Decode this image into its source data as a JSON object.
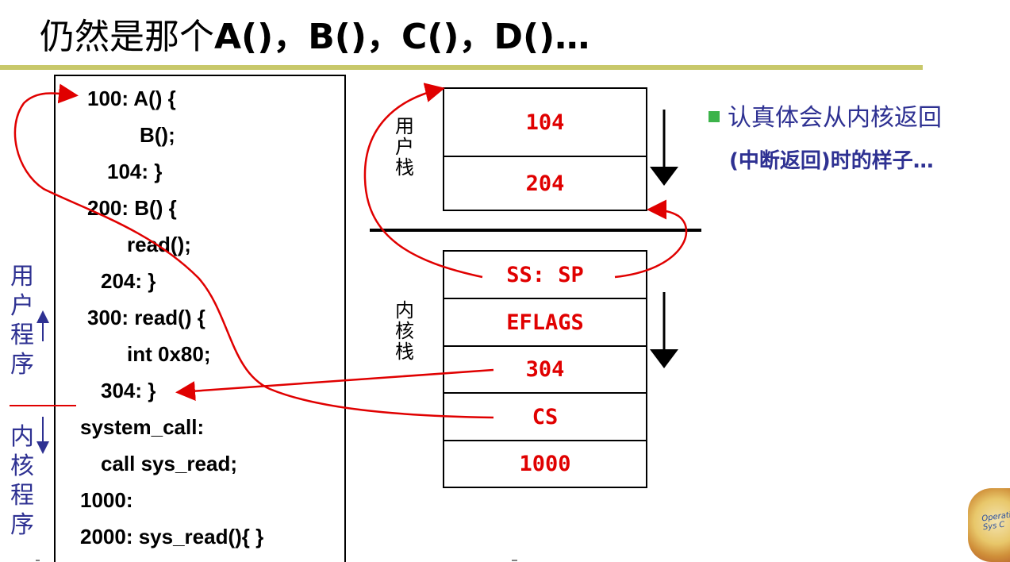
{
  "title": {
    "prefix": "仍然是那个",
    "code": "A()，B()，C()，D()…"
  },
  "code_lines": [
    "100: A() {",
    "B();",
    "104: }",
    "200: B() {",
    "read();",
    "204: }",
    "300: read() {",
    "int 0x80;",
    "304: }",
    "system_call:",
    "call sys_read;",
    "1000:",
    "2000: sys_read(){    }"
  ],
  "user_stack": {
    "label": "用户栈",
    "cells": [
      "104",
      "204"
    ]
  },
  "kernel_stack": {
    "label": "内核栈",
    "cells": [
      "SS: SP",
      "EFLAGS",
      "304",
      "CS",
      "1000"
    ]
  },
  "side_labels": {
    "user_program": "用户程序",
    "kernel_program": "内核程序"
  },
  "note": {
    "line1": "认真体会从内核返回",
    "line2": "(中断返回)时的样子…"
  },
  "logo_text": "Operating Sys C",
  "colors": {
    "arrow": "#e00000",
    "note_text": "#2e3192",
    "bullet": "#3cb34a",
    "title_rule": "#c8c86a"
  }
}
